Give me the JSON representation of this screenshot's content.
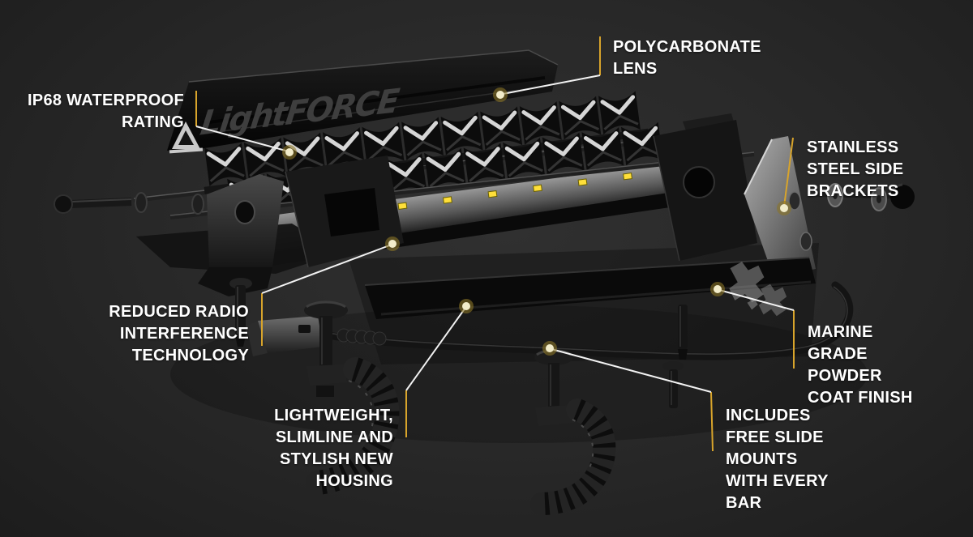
{
  "diagram": {
    "brand_logo": "LightFORCE",
    "background_color": "#262626",
    "accent_color": "#D8A42B",
    "dot_core_color": "#F2ECCA",
    "label_color": "#FFFFFF",
    "callouts": [
      {
        "id": "polycarbonate-lens",
        "align": "left",
        "lines": [
          "POLYCARBONATE",
          "LENS"
        ]
      },
      {
        "id": "ip68-waterproof-rating",
        "align": "right",
        "lines": [
          "IP68 WATERPROOF",
          "RATING"
        ]
      },
      {
        "id": "stainless-steel-side-brackets",
        "align": "left",
        "lines": [
          "STAINLESS",
          "STEEL SIDE",
          "BRACKETS"
        ]
      },
      {
        "id": "reduced-radio-interference-technology",
        "align": "right",
        "lines": [
          "REDUCED RADIO",
          "INTERFERENCE",
          "TECHNOLOGY"
        ]
      },
      {
        "id": "marine-grade-powder-coat-finish",
        "align": "left",
        "lines": [
          "MARINE",
          "GRADE",
          "POWDER",
          "COAT FINISH"
        ]
      },
      {
        "id": "lightweight-slimline-stylish-new-housing",
        "align": "right",
        "lines": [
          "LIGHTWEIGHT,",
          "SLIMLINE AND",
          "STYLISH NEW",
          "HOUSING"
        ]
      },
      {
        "id": "includes-free-slide-mounts-with-every-bar",
        "align": "left",
        "lines": [
          "INCLUDES",
          "FREE SLIDE",
          "MOUNTS",
          "WITH EVERY",
          "BAR"
        ]
      }
    ]
  }
}
